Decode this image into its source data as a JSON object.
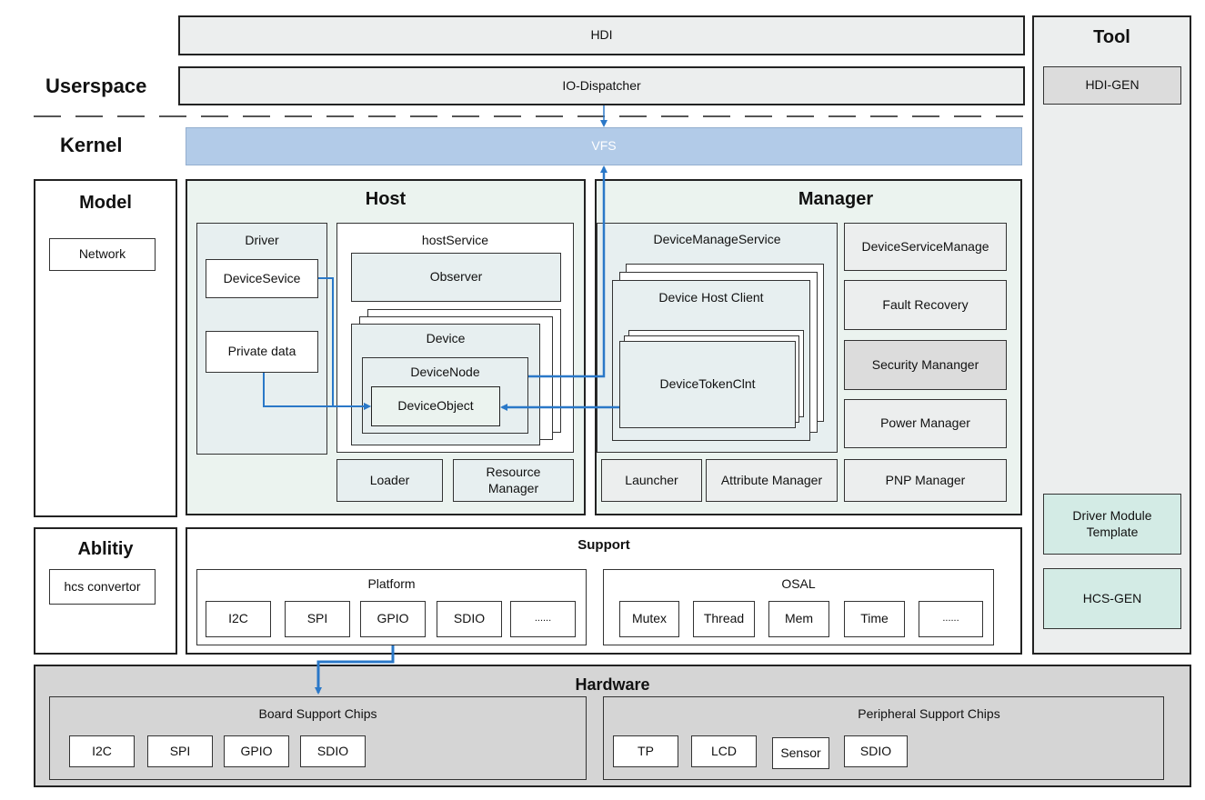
{
  "layers": {
    "userspace": "Userspace",
    "kernel": "Kernel"
  },
  "hdi": "HDI",
  "io_dispatcher": "IO-Dispatcher",
  "vfs": "VFS",
  "tool": {
    "title": "Tool",
    "hdi_gen": "HDI-GEN",
    "driver_module_template": "Driver Module Template",
    "hcs_gen": "HCS-GEN"
  },
  "model": {
    "title": "Model",
    "network": "Network"
  },
  "ability": {
    "title": "Ablitiy",
    "hcs_convertor": "hcs convertor"
  },
  "host": {
    "title": "Host",
    "driver": {
      "title": "Driver",
      "device_service": "DeviceSevice",
      "private_data": "Private data"
    },
    "host_service": {
      "title": "hostService",
      "observer": "Observer",
      "device": "Device",
      "device_node": "DeviceNode",
      "device_object": "DeviceObject"
    },
    "loader": "Loader",
    "resource_manager": "Resource Manager"
  },
  "manager": {
    "title": "Manager",
    "device_manage_service": "DeviceManageService",
    "device_host_client": "Device Host Client",
    "device_token_clnt": "DeviceTokenClnt",
    "device_service_manage": "DeviceServiceManage",
    "fault_recovery": "Fault Recovery",
    "security_manager": "Security Mananger",
    "power_manager": "Power Manager",
    "launcher": "Launcher",
    "attribute_manager": "Attribute Manager",
    "pnp_manager": "PNP Manager"
  },
  "support": {
    "title": "Support",
    "platform": {
      "title": "Platform",
      "items": [
        "I2C",
        "SPI",
        "GPIO",
        "SDIO",
        "......"
      ]
    },
    "osal": {
      "title": "OSAL",
      "items": [
        "Mutex",
        "Thread",
        "Mem",
        "Time",
        "......"
      ]
    }
  },
  "hardware": {
    "title": "Hardware",
    "board": {
      "title": "Board Support Chips",
      "items": [
        "I2C",
        "SPI",
        "GPIO",
        "SDIO"
      ]
    },
    "peripheral": {
      "title": "Peripheral Support Chips",
      "items": [
        "TP",
        "LCD",
        "Sensor",
        "SDIO"
      ]
    }
  },
  "colors": {
    "arrow": "#2a78c8",
    "vfs": "#b2cbe8",
    "host_bg": "#ebf3ef",
    "teal": "#d3ebe5",
    "hardware_bg": "#d5d5d5"
  }
}
